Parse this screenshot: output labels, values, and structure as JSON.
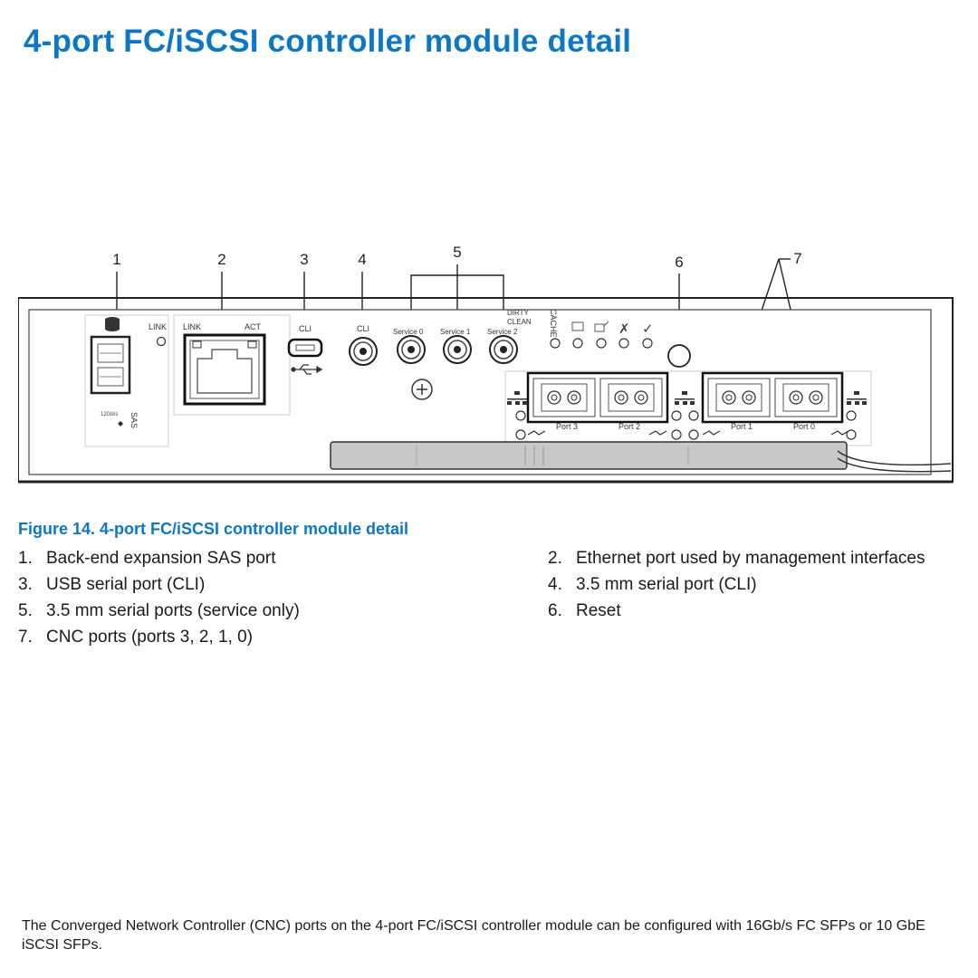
{
  "page": {
    "title": "4-port FC/iSCSI controller module detail",
    "caption": "Figure 14. 4-port FC/iSCSI controller module detail",
    "footer": "The Converged Network Controller (CNC) ports on the 4-port FC/iSCSI controller module can be configured with 16Gb/s FC SFPs or 10 GbE iSCSI SFPs."
  },
  "callouts": [
    "1",
    "2",
    "3",
    "4",
    "5",
    "6",
    "7"
  ],
  "panel_labels": {
    "link": "LINK",
    "act": "ACT",
    "cli": "CLI",
    "service0": "Service 0",
    "service1": "Service 1",
    "service2": "Service 2",
    "dirty": "DIRTY",
    "clean": "CLEAN",
    "cache": "CACHE",
    "port3": "Port 3",
    "port2": "Port 2",
    "port1": "Port 1",
    "port0": "Port 0",
    "sas": "SAS",
    "sas_speed": "12Gb/s"
  },
  "legend": [
    {
      "num": "1.",
      "text": "Back-end expansion SAS port"
    },
    {
      "num": "2.",
      "text": "Ethernet port used by management interfaces"
    },
    {
      "num": "3.",
      "text": "USB serial port (CLI)"
    },
    {
      "num": "4.",
      "text": "3.5 mm serial port (CLI)"
    },
    {
      "num": "5.",
      "text": "3.5 mm serial ports (service only)"
    },
    {
      "num": "6.",
      "text": "Reset"
    },
    {
      "num": "7.",
      "text": "CNC ports (ports 3, 2, 1, 0)"
    }
  ],
  "icons": {
    "sas": "stacked-disks-icon",
    "usb": "usb-icon",
    "network": "network-icon",
    "link_activity": "link-arrows-icon",
    "fault": "fault-x-icon",
    "ok": "checkmark-icon",
    "unit_locator": "locator-icon",
    "power": "power-icon",
    "screw": "screw-icon"
  },
  "colors": {
    "heading": "#0b77c9",
    "text": "#1a1a1a",
    "line": "#222222"
  }
}
